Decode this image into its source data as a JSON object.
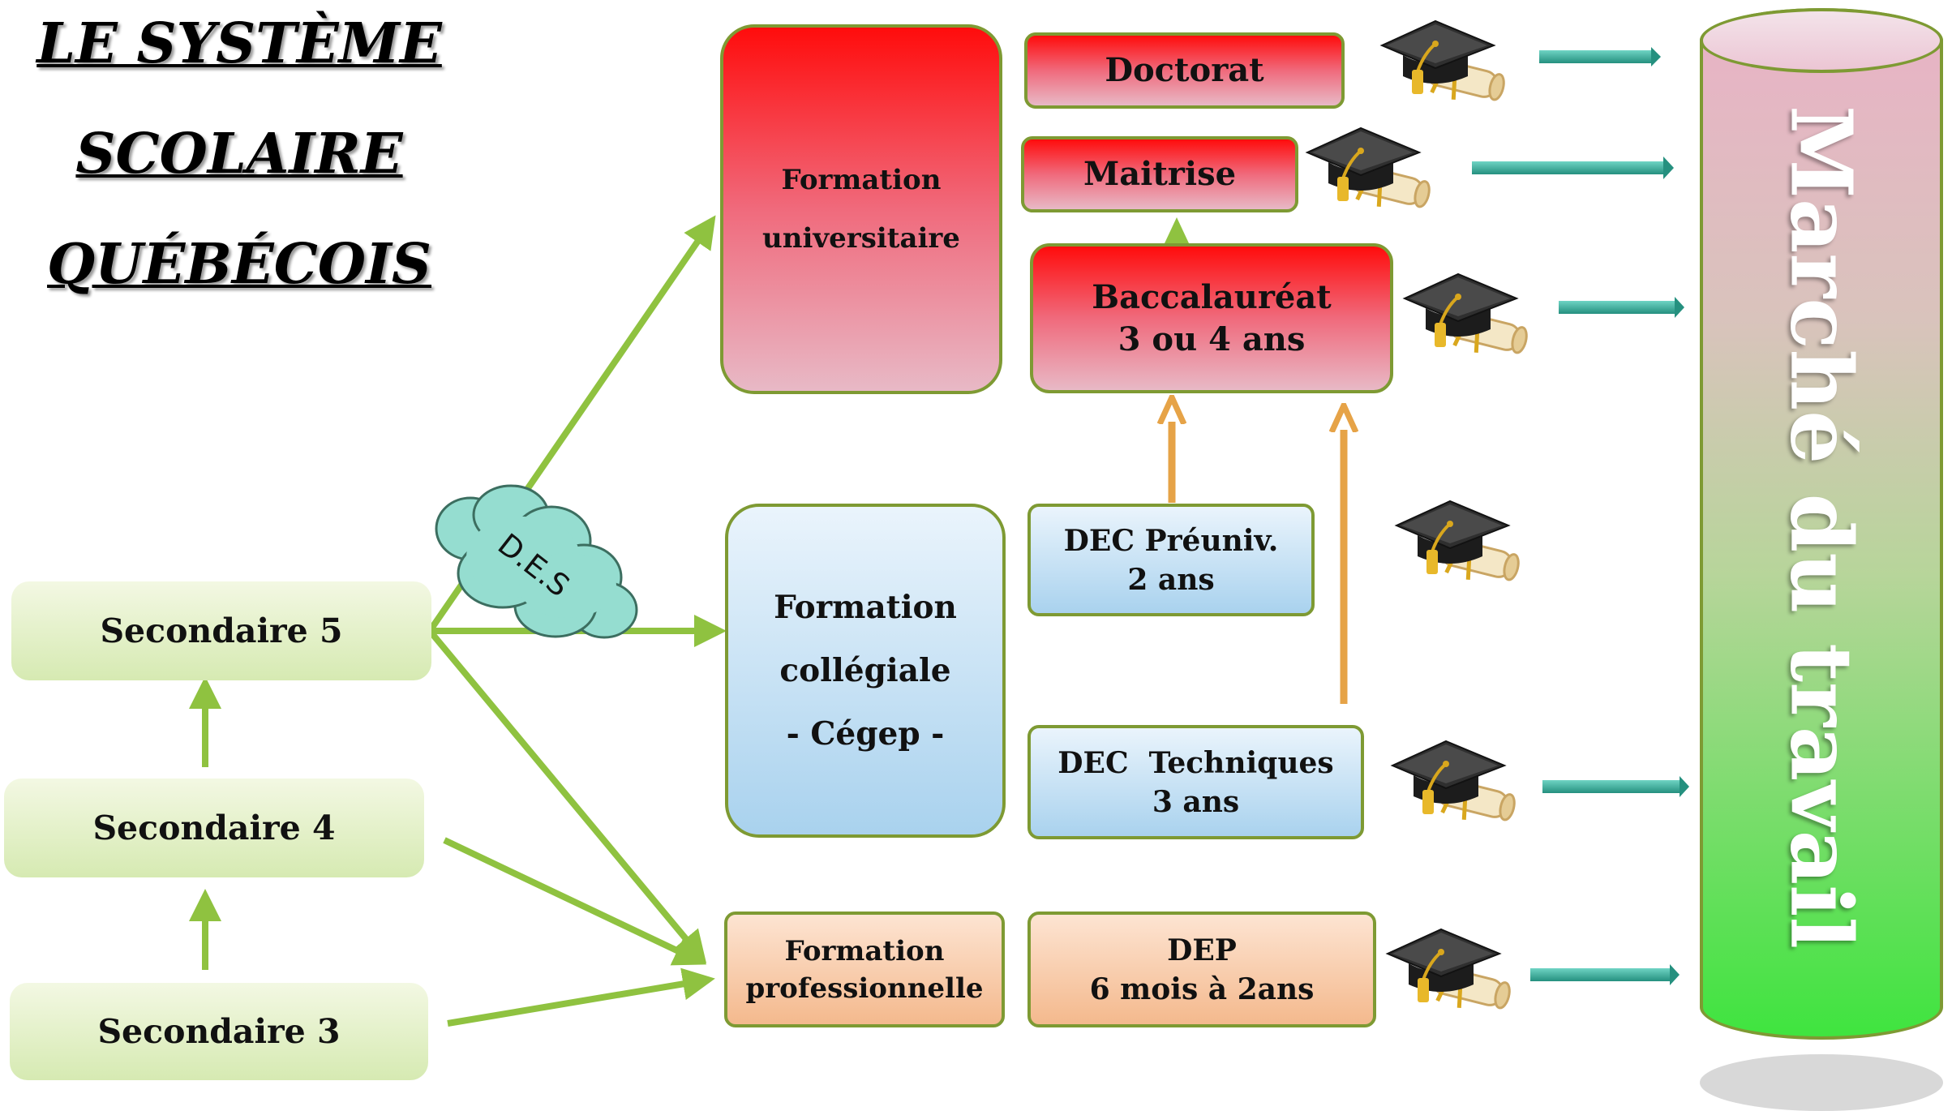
{
  "title": {
    "line1": "LE SYSTÈME",
    "line2": "SCOLAIRE",
    "line3": "QUÉBÉCOIS"
  },
  "secondary": {
    "sec5": "Secondaire 5",
    "sec4": "Secondaire 4",
    "sec3": "Secondaire 3"
  },
  "des_label": "D.E.S",
  "tracks": {
    "university": {
      "line1": "Formation",
      "line2": "universitaire"
    },
    "college": {
      "line1": "Formation",
      "line2": "collégiale",
      "line3": "- Cégep -"
    },
    "professional": {
      "line1": "Formation",
      "line2": "professionnelle"
    }
  },
  "programs": {
    "doctorat": "Doctorat",
    "maitrise": "Maitrise",
    "bac": {
      "line1": "Baccalauréat",
      "line2": "3 ou 4 ans"
    },
    "dec_preuniv": {
      "line1": "DEC Préuniv.",
      "line2": "2 ans"
    },
    "dec_tech": {
      "line1": "DEC  Techniques",
      "line2": "3 ans"
    },
    "dep": {
      "line1": "DEP",
      "line2": "6 mois à 2ans"
    }
  },
  "market_label": "Marché du travail",
  "colors": {
    "green_arrow": "#8fc240",
    "orange_arrow": "#e6a347",
    "teal_arrow": "#2e9f8f",
    "university_red": "#ff0c0c",
    "college_blue": "#a9d2ee",
    "professional_orange": "#f4b98d",
    "market_green": "#3fe43f"
  },
  "icons": {
    "graduation": "graduation-cap-diploma-icon",
    "cloud": "cloud-shape"
  }
}
